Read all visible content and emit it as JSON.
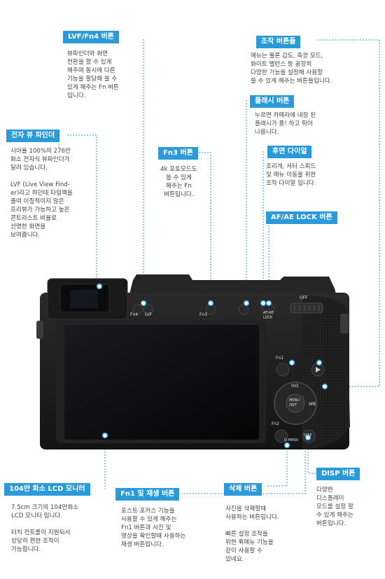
{
  "callouts": {
    "lvf": {
      "title": "LVF/Fn4 버튼",
      "text": "뷰파인더와 화면\n전환을 할 수 있게\n해주며 동시에 다른\n기능을 할당해 쓸 수\n있게 해주는 Fn 버튼\n입니다."
    },
    "control": {
      "title": "조작 버튼들",
      "text": "메뉴는 물론 감도, 측광 모드,\n화이트 밸런스 등 굉장히\n다양한 기능을 설정해 사용할\n쓸 수 있게 해주는 버튼들입니다."
    },
    "flash": {
      "title": "플래시 버튼",
      "text": "누르면 카메라에 내장 된\n플래시가 퐁! 하고 튀어\n나옵니다."
    },
    "evf": {
      "title": "전자 뷰 파인더",
      "text": "시야율 100%의 276만\n화소 전자식 뷰파인더가\n달려 있습니다.\n\nLVF (Live View Find-\ner)라고 하던데 타임랙을\n줄여 이질적이지 않은\n프리뷰가 가능하고 높은\n콘트라스트 비율로\n선명한 화면을\n보여줍니다."
    },
    "fn3": {
      "title": "Fn3 버튼",
      "text": "4k 포토모드도\n쓸 수 있게\n해주는 Fn\n버튼입니다."
    },
    "dial": {
      "title": "후면 다이얼",
      "text": "조리개, 셔터 스피드\n및 메뉴 이동을 위한\n조작 다이얼 입니다."
    },
    "afae": {
      "title": "AF/AE LOCK 버튼",
      "text": ""
    },
    "lcd": {
      "title": "104만 화소 LCD 모니터",
      "text": "7.5cm 크기의 104만화소\nLCD 모니터 입니다.\n\n터치 컨트롤이 지원되서\n상당히 편한 조작이\n가능합니다."
    },
    "fn1": {
      "title": "Fn1 및 재생 버튼",
      "text": "포스트 포커스 기능을\n사용할 수 있게 해주는\nFn1 버튼과 사진 및\n영상을 확인할때 사용하는\n재생 버튼입니다."
    },
    "delete": {
      "title": "삭제 버튼",
      "text": "사진을 삭제할때\n사용하는 버튼입니다.\n\n빠른 설정 조작을\n위한 퀵메뉴 기능을\n같이 사용할 수\n있네요."
    },
    "disp": {
      "title": "DISP 버튼",
      "text": "다양한\n디스플레이\n모드를 설정 할\n수 있게 해주는\n버튼입니다."
    }
  },
  "camera_labels": {
    "fn4": "Fn4",
    "lvf": "LVF",
    "fn3": "Fn3",
    "afae": "AF/AE\nLOCK",
    "off": "OFF",
    "fn1": "Fn1",
    "iso": "ISO",
    "menu": "MENU\n/SET",
    "wb": "WB",
    "fn2": "Fn2",
    "qmenu": "Q.MENU",
    "disp": "DISP"
  },
  "colors": {
    "accent": "#2b9ad8",
    "body": "#1c1c1c",
    "screen": "#0d0d10"
  }
}
